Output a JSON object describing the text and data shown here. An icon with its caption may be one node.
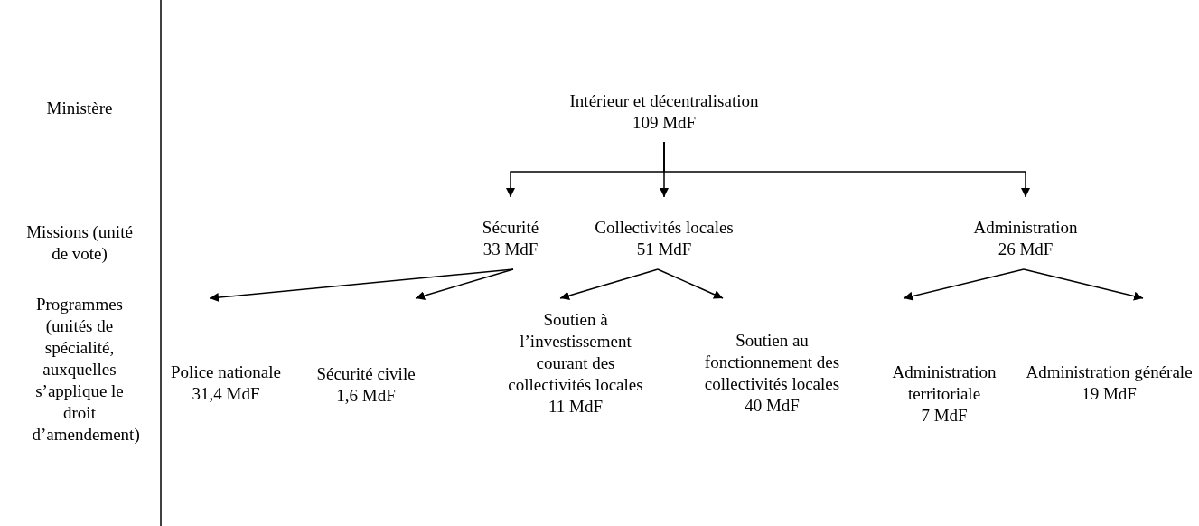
{
  "diagram": {
    "nodes": [
      {
        "text": [
          "Intérieur et décentralisation",
          "109 MdF"
        ]
      },
      {
        "text": [
          "Sécurité",
          "33 MdF"
        ]
      },
      {
        "text": [
          "Collectivités locales",
          "51 MdF"
        ]
      },
      {
        "text": [
          "Administration",
          "26 MdF"
        ]
      },
      {
        "text": [
          "Police nationale",
          "31,4 MdF"
        ]
      },
      {
        "text": [
          "Sécurité civile",
          "1,6 MdF"
        ]
      },
      {
        "text": [
          "Soutien à l’investissement courant des collectivités locales",
          "11 MdF"
        ]
      },
      {
        "text": [
          "Soutien au fonctionnement des collectivités locales",
          "40 MdF"
        ]
      },
      {
        "text": [
          "Administration territoriale",
          "7 MdF"
        ]
      },
      {
        "text": [
          "Administration générale",
          "19 MdF"
        ]
      }
    ],
    "edges": [
      {
        "from": 0,
        "to": 1,
        "arrow": "to"
      },
      {
        "from": 0,
        "to": 2,
        "arrow": "to"
      },
      {
        "from": 0,
        "to": 3,
        "arrow": "to"
      },
      {
        "from": 1,
        "to": 4,
        "arrow": "to"
      },
      {
        "from": 1,
        "to": 5,
        "arrow": "to"
      },
      {
        "from": 2,
        "to": 6,
        "arrow": "to"
      },
      {
        "from": 2,
        "to": 7,
        "arrow": "to"
      },
      {
        "from": 3,
        "to": 8,
        "arrow": "to"
      },
      {
        "from": 3,
        "to": 9,
        "arrow": "to"
      }
    ],
    "labels": [
      "Ministère",
      "Missions (unité de vote)",
      "Programmes (unités de spécialité, auxquelles s’applique le droit d’amendement)"
    ]
  }
}
